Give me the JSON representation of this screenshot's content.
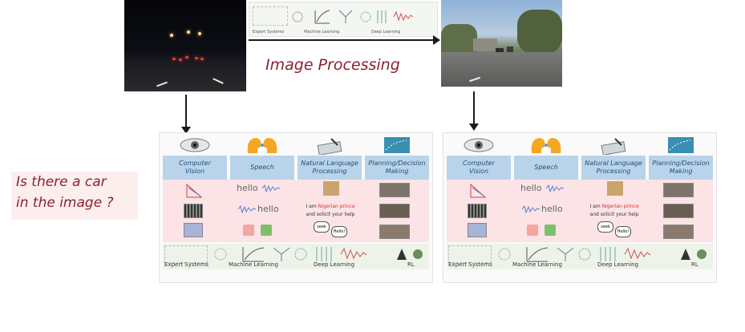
{
  "slide": {
    "title": "Image Processing",
    "question_line1": "Is there a car",
    "question_line2": "in the image ?"
  },
  "strip": {
    "labels": [
      "Expert Systems",
      "Machine Learning",
      "Deep Learning"
    ]
  },
  "panel": {
    "categories": [
      {
        "line1": "Computer",
        "line2": "Vision"
      },
      {
        "line1": "Speech",
        "line2": ""
      },
      {
        "line1": "Natural Language",
        "line2": "Processing"
      },
      {
        "line1": "Planning/Decision",
        "line2": "Making"
      }
    ],
    "hello1": "hello",
    "hello2": "hello",
    "prince_pre": "I am ",
    "prince_red": "Nigerian prince",
    "prince_line2": "and solicit your help",
    "bubble1": "seek",
    "bubble2": "Hello!",
    "bottom_labels": {
      "expert": "Expert Systems",
      "ml": "Machine Learning",
      "dl": "Deep Learning",
      "rl": "RL"
    }
  },
  "colors": {
    "accent_red": "#8a2131",
    "category_blue": "#b9d4ea",
    "pink_band": "#fbe3e6",
    "green_band": "#eef3ea"
  }
}
